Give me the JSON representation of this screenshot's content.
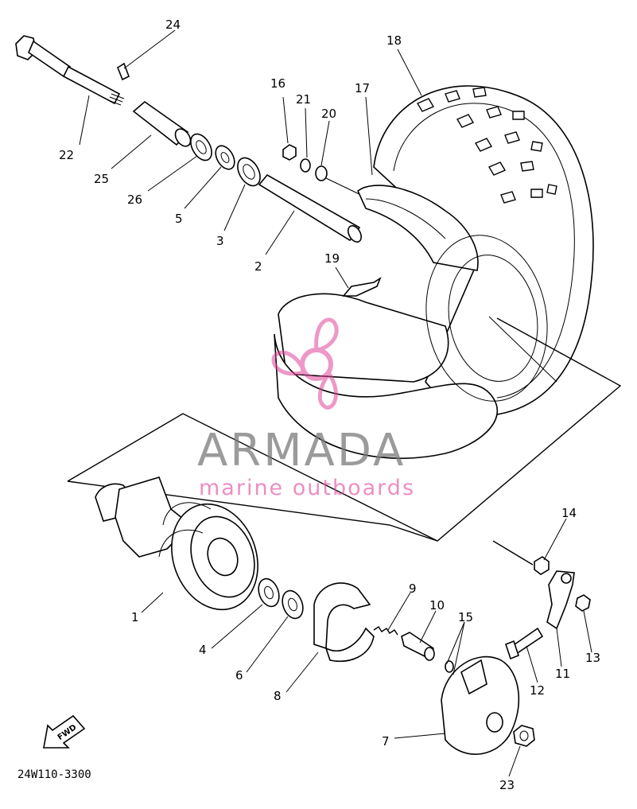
{
  "diagram": {
    "code": "24W110-3300",
    "fwd_label": "FWD",
    "labels": [
      "1",
      "2",
      "3",
      "4",
      "5",
      "6",
      "7",
      "8",
      "9",
      "10",
      "11",
      "12",
      "13",
      "14",
      "15",
      "16",
      "17",
      "18",
      "19",
      "20",
      "21",
      "22",
      "23",
      "24",
      "25",
      "26"
    ]
  },
  "watermark": {
    "brand": "ARMADA",
    "tagline": "marine outboards",
    "colors": {
      "brand": "#7a7a7a",
      "logo": "#e0449a"
    }
  }
}
